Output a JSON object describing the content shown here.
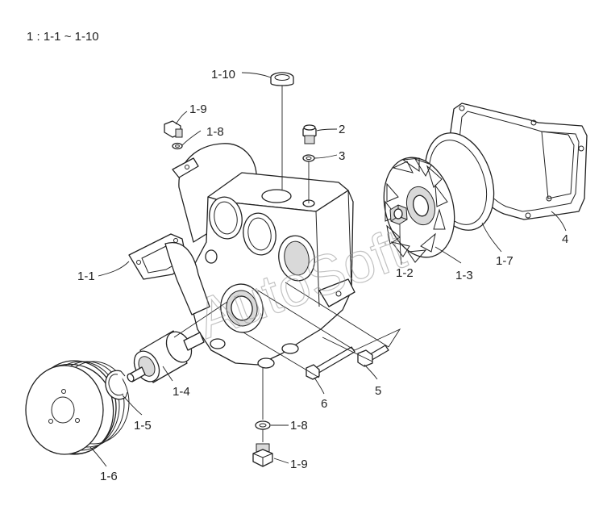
{
  "header": {
    "range": "1 : 1-1 ~ 1-10"
  },
  "watermark": {
    "text": "AutoSoft"
  },
  "labels": {
    "p1_10": "1-10",
    "p1_9_top": "1-9",
    "p1_8_top": "1-8",
    "p2": "2",
    "p3": "3",
    "p4": "4",
    "p1_7": "1-7",
    "p1_3": "1-3",
    "p1_2": "1-2",
    "p1_1": "1-1",
    "p1_4": "1-4",
    "p1_5": "1-5",
    "p1_6": "1-6",
    "p6": "6",
    "p5": "5",
    "p1_8_bottom": "1-8",
    "p1_9_bottom": "1-9"
  },
  "colors": {
    "line": "#222222",
    "background": "#ffffff",
    "watermark": "#9a9a9a"
  }
}
